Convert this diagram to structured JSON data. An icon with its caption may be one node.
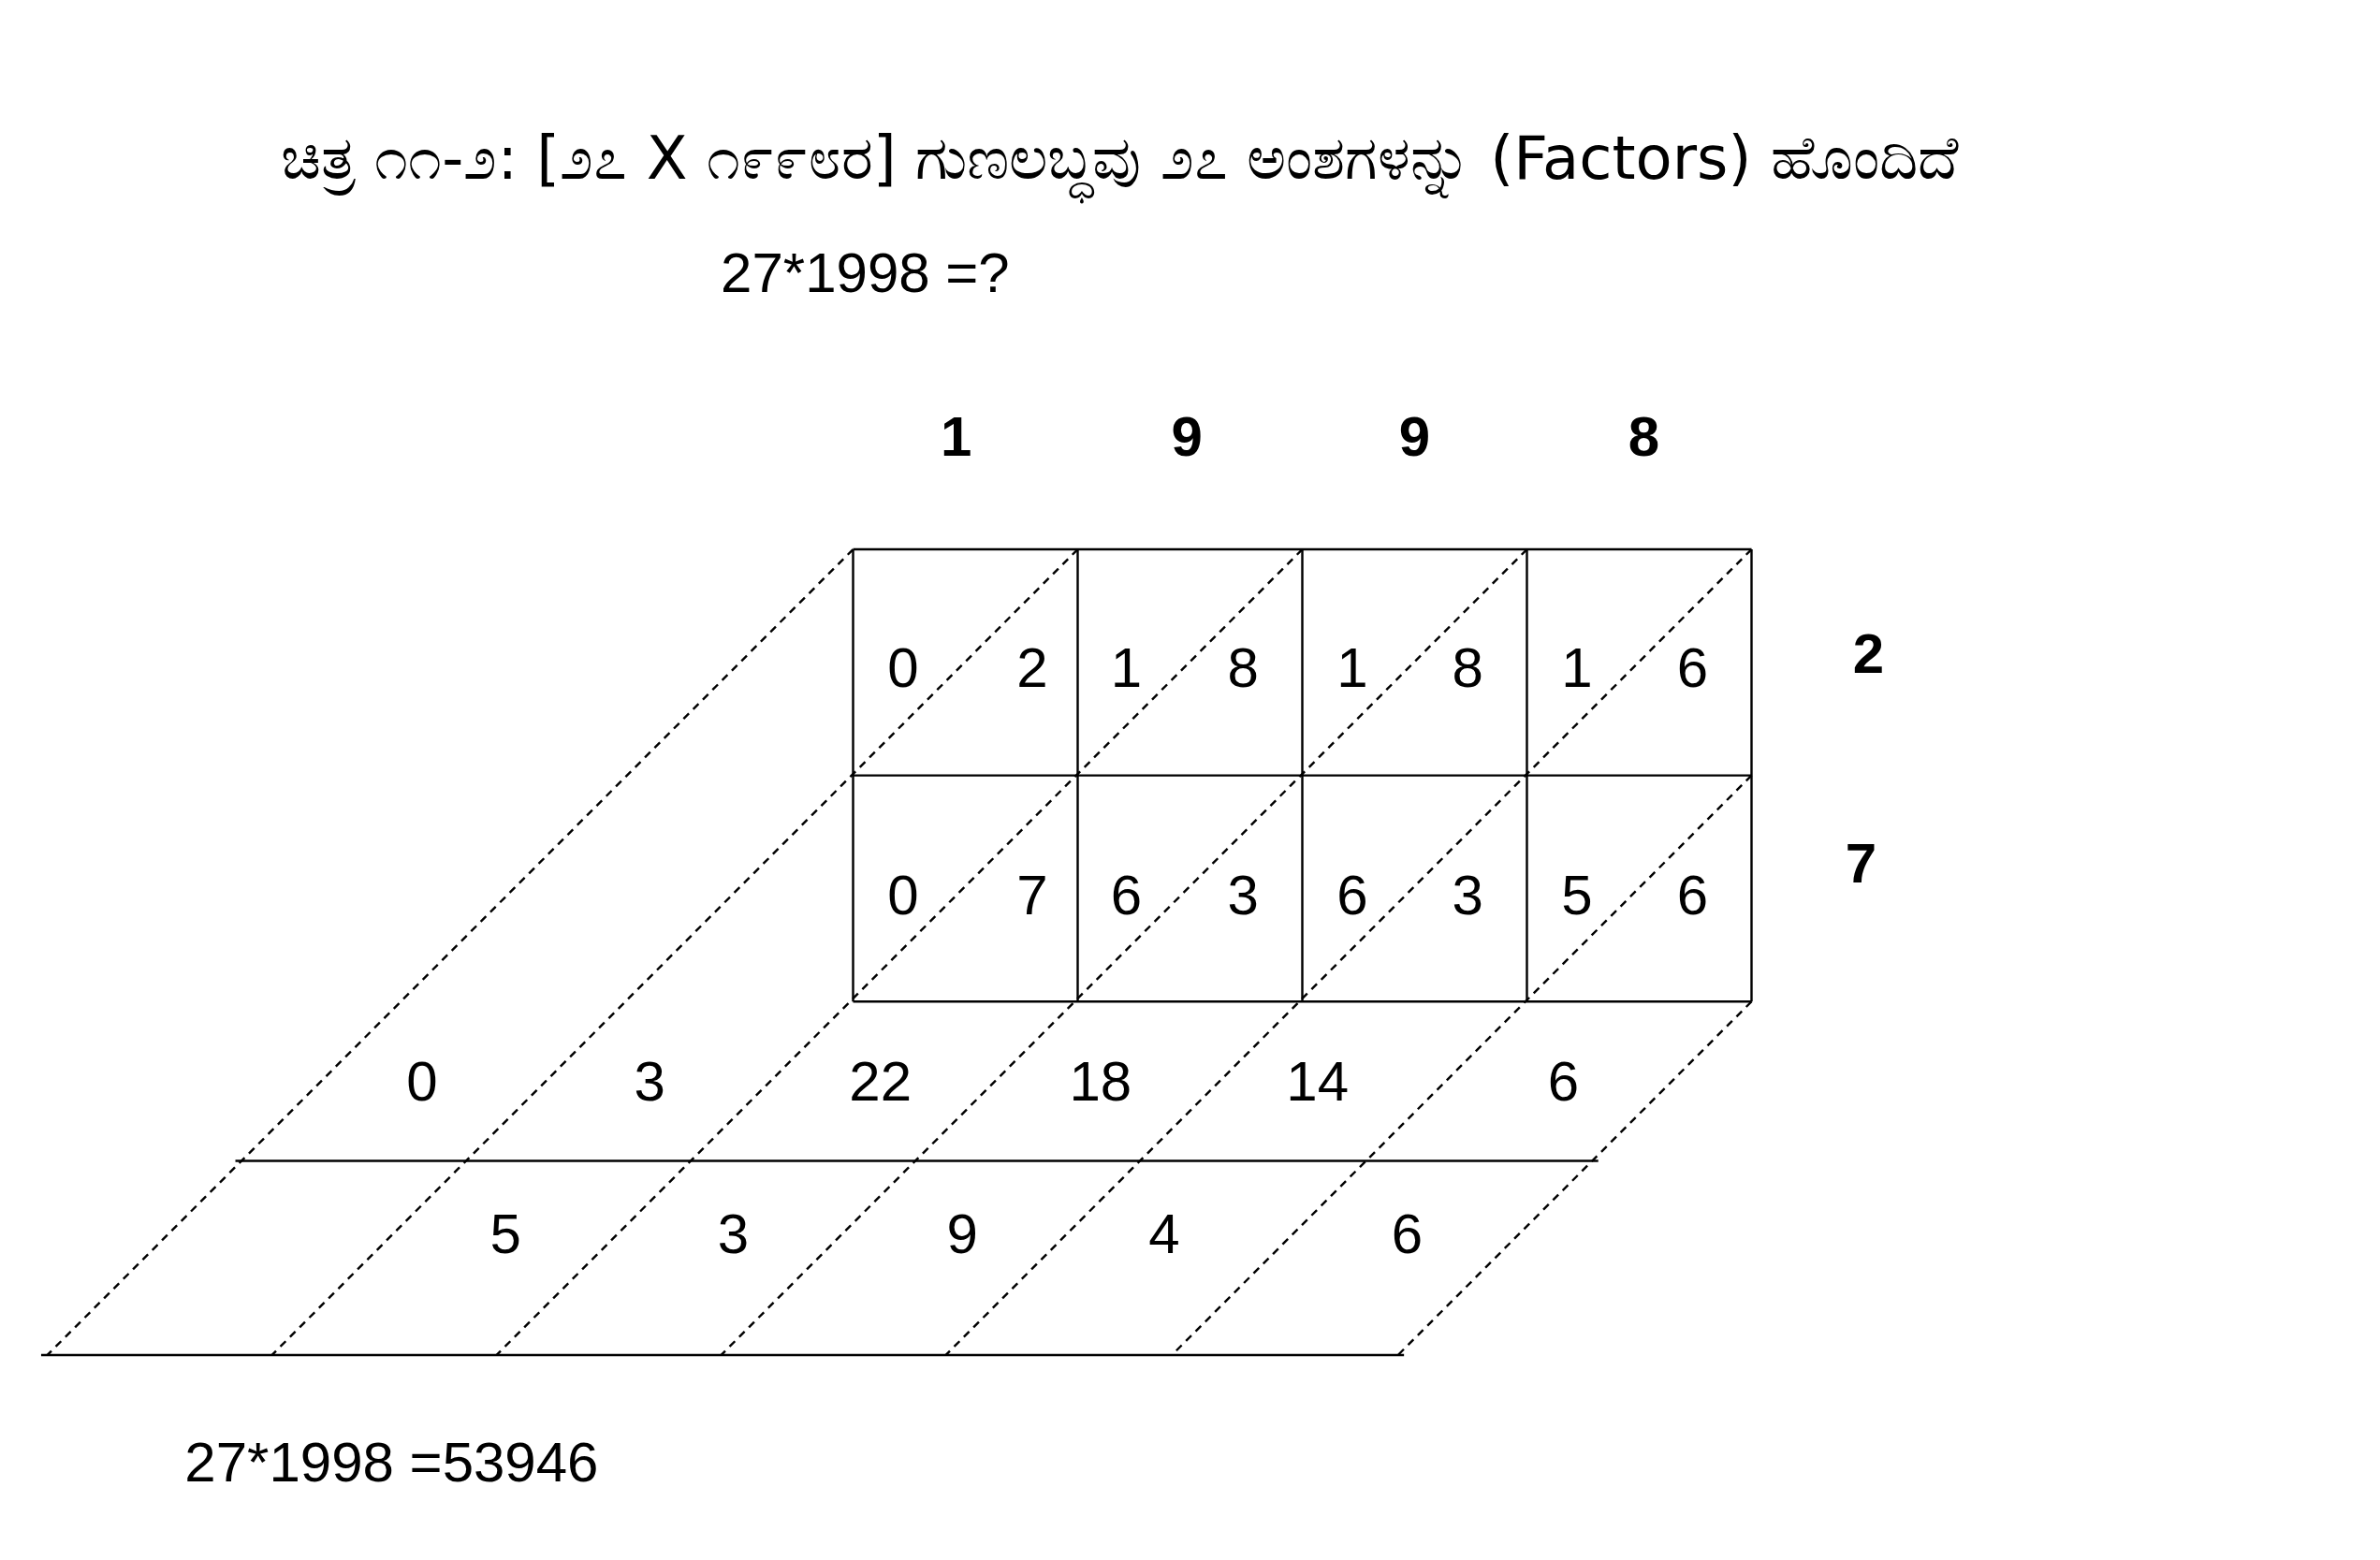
{
  "diagram": {
    "title": "ಚಿತ್ರ ೧೧-೨: [೨೭  X ೧೯೯೮ರ] ಗುಣಲಬ್ಧವು ೨೭ ಅಂಶಗಳನ್ನು (Factors) ಹೊಂದಿದೆ",
    "labels": [
      "27*1998 =?",
      "1",
      "9",
      "9",
      "8",
      "0",
      "2",
      "1",
      "8",
      "1",
      "8",
      "1",
      "6",
      "2",
      "0",
      "7",
      "6",
      "3",
      "6",
      "3",
      "5",
      "6",
      "7",
      "0",
      "3",
      "22",
      "18",
      "14",
      "6",
      "5",
      "3",
      "9",
      "4",
      "6",
      "27*1998 =53946"
    ]
  }
}
